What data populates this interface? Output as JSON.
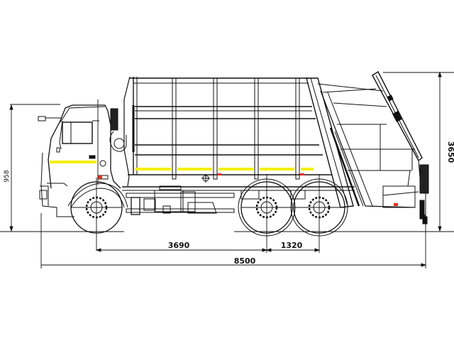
{
  "drawing": {
    "subject": "Garbage compactor truck, side elevation (6x4 chassis)",
    "colors": {
      "line": "#111111",
      "reflective_stripe": "#f5f000",
      "marker_light": "#e03020",
      "background": "#ffffff"
    }
  },
  "dimensions": {
    "overall_length": {
      "value": "8500",
      "unit": "mm"
    },
    "wheelbase_front_to_rear_axle": {
      "value": "3690",
      "unit": "mm"
    },
    "rear_axle_spacing": {
      "value": "1320",
      "unit": "mm"
    },
    "overall_height": {
      "value": "3650",
      "unit": "mm"
    },
    "ground_clearance_height": {
      "value": "958",
      "unit": "mm"
    }
  }
}
